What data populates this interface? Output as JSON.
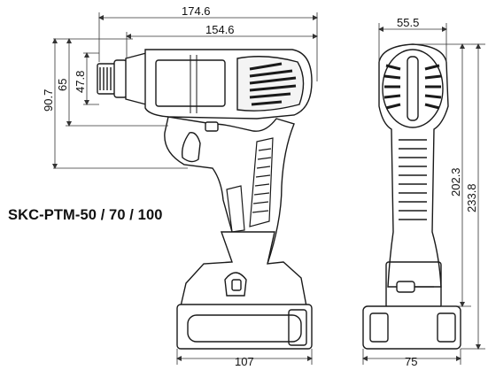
{
  "model_label": "SKC-PTM-50 / 70 / 100",
  "dimensions": {
    "overall_length": "174.6",
    "body_length": "154.6",
    "height_a": "90.7",
    "height_b": "65",
    "height_c": "47.8",
    "top_width": "55.5",
    "handle_height": "202.3",
    "overall_height": "233.8",
    "battery_depth": "107",
    "battery_width": "75"
  },
  "colors": {
    "line": "#1a1a1a",
    "fill": "#ffffff",
    "dim_line": "#333333"
  }
}
